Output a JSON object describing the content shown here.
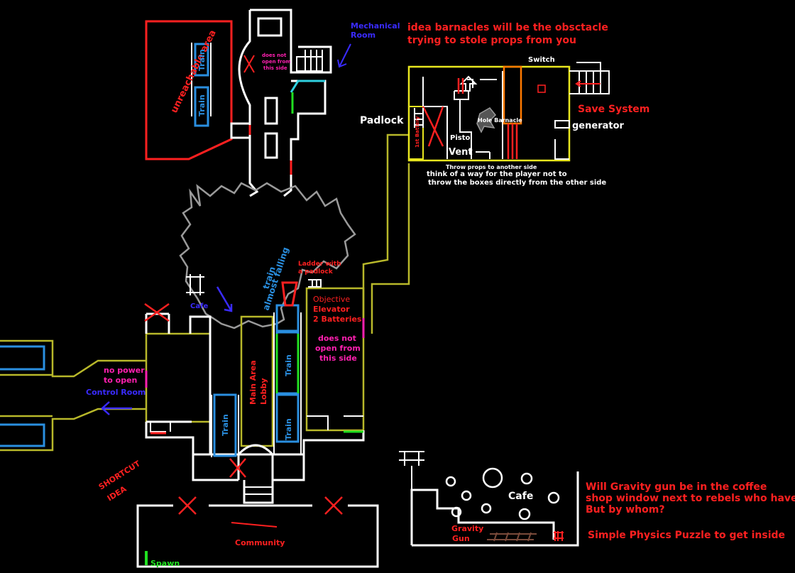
{
  "colors": {
    "background": "#000000",
    "wall": "#ffffff",
    "path": "#b8b82a",
    "door_locked": "#e8e61f",
    "train": "#2a8fe0",
    "red": "#ff2020",
    "magenta": "#ff20b0",
    "blue_label": "#3a2bff",
    "green_door": "#20e020",
    "grey_rubble": "#9a9a9a",
    "orange": "#ff7a00"
  },
  "icons": [
    "x-mark-icon",
    "arrow-icon",
    "stairs-icon",
    "ladder-icon",
    "circle-prop-icon"
  ],
  "labels": {
    "unreachable": "unreachable area",
    "train": "Train",
    "mech_room_1": "Mechanical",
    "mech_room_2": "Room",
    "no_open_small_1": "does not",
    "no_open_small_2": "open from",
    "no_open_small_3": "this side",
    "idea_1": "idea barnacles will be the obsctacle",
    "idea_2": "trying to stole props from you",
    "switch": "Switch",
    "save_system": "Save System",
    "generator": "generator",
    "padlock": "Padlock",
    "battery": "1st Battery",
    "hole_barnacle": "Hole Barnacle",
    "pistol": "Pistol",
    "vent": "Vent",
    "throw_1": "Throw props to another side",
    "throw_2": "think of a way for the player not to",
    "throw_3": "throw the boxes directly from the other side",
    "train_falling_1": "train",
    "train_falling_2": "almost falling",
    "ladder_1": "Ladder with",
    "ladder_2": "a padlock",
    "cafe_small": "Cafe",
    "objective": "Objective",
    "elevator": "Elevator",
    "batteries": "2 Batteries",
    "no_open_1": "does not",
    "no_open_2": "open from",
    "no_open_3": "this side",
    "no_power_1": "no power",
    "no_power_2": "to open",
    "control_room": "Control Room",
    "main_area_1": "Main Area",
    "main_area_2": "Lobby",
    "shortcut_1": "SHORTCUT",
    "shortcut_2": "IDEA",
    "community": "Community",
    "spawn": "Spawn",
    "cafe_big": "Cafe",
    "gravity_1": "Gravity",
    "gravity_2": "Gun",
    "gravity_q_1": "Will Gravity gun be in the coffee",
    "gravity_q_2": "shop window next to rebels who have b",
    "gravity_q_3": "But by whom?",
    "physics_puzzle": "Simple Physics Puzzle to get inside"
  }
}
